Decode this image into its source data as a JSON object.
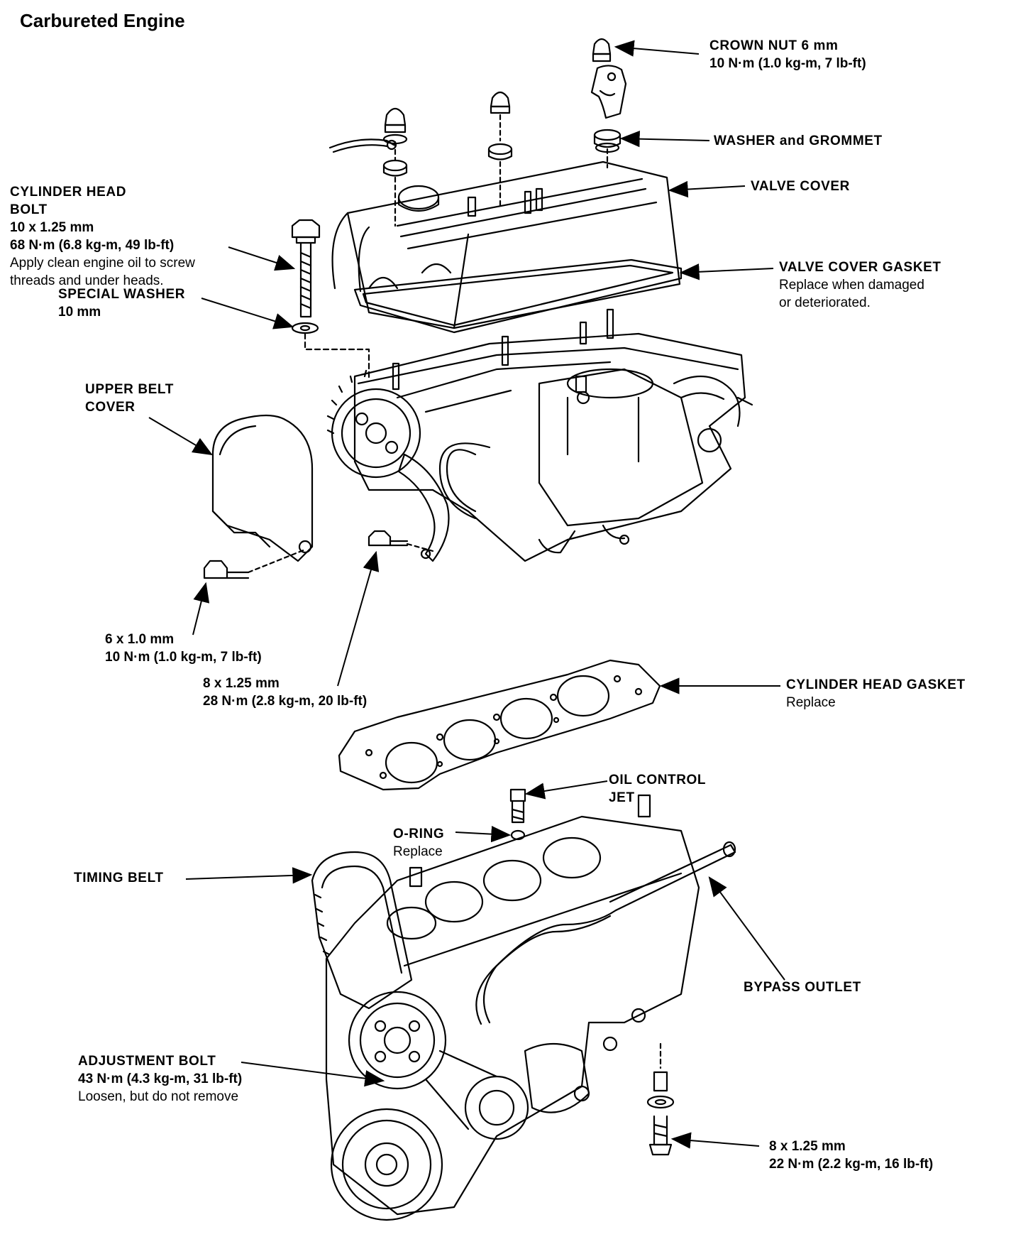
{
  "title": "Carbureted Engine",
  "labels": {
    "crown_nut": {
      "name": "CROWN NUT 6 mm",
      "spec": "10 N·m (1.0 kg-m, 7 lb-ft)"
    },
    "washer_grommet": {
      "name": "WASHER and GROMMET"
    },
    "valve_cover": {
      "name": "VALVE COVER"
    },
    "cylinder_head_bolt": {
      "name_line1": "CYLINDER HEAD",
      "name_line2": "BOLT",
      "size": "10 x 1.25 mm",
      "spec": "68 N·m (6.8 kg-m, 49 lb-ft)",
      "note_line1": "Apply clean engine oil to screw",
      "note_line2": "threads and under heads."
    },
    "valve_cover_gasket": {
      "name": "VALVE COVER GASKET",
      "note_line1": "Replace when damaged",
      "note_line2": "or deteriorated."
    },
    "special_washer": {
      "name": "SPECIAL WASHER",
      "size": "10 mm"
    },
    "upper_belt_cover": {
      "name_line1": "UPPER BELT",
      "name_line2": "COVER"
    },
    "bolt_6x1": {
      "size": "6 x 1.0 mm",
      "spec": "10 N·m (1.0 kg-m, 7 lb-ft)"
    },
    "bolt_8x125_upper": {
      "size": "8 x 1.25 mm",
      "spec": "28 N·m (2.8 kg-m, 20 lb-ft)"
    },
    "cylinder_head_gasket": {
      "name": "CYLINDER HEAD GASKET",
      "note": "Replace"
    },
    "oil_control_jet": {
      "name_line1": "OIL CONTROL",
      "name_line2": "JET"
    },
    "o_ring": {
      "name": "O-RING",
      "note": "Replace"
    },
    "timing_belt": {
      "name": "TIMING BELT"
    },
    "bypass_outlet": {
      "name": "BYPASS OUTLET"
    },
    "adjustment_bolt": {
      "name": "ADJUSTMENT BOLT",
      "spec": "43 N·m (4.3 kg-m, 31 lb-ft)",
      "note": "Loosen, but do not remove"
    },
    "bolt_8x125_lower": {
      "size": "8 x 1.25 mm",
      "spec": "22 N·m (2.2 kg-m, 16 lb-ft)"
    }
  },
  "colors": {
    "ink": "#000000",
    "paper": "#ffffff"
  }
}
